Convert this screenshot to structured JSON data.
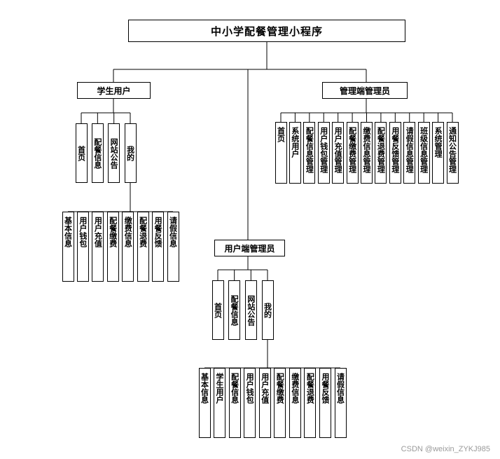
{
  "root": {
    "label": "中小学配餐管理小程序"
  },
  "student": {
    "label": "学生用户",
    "menu": [
      "首页",
      "配餐信息",
      "网站公告",
      "我的"
    ],
    "mine": [
      "基本信息",
      "用户钱包",
      "用户充值",
      "配餐缴费",
      "缴费信息",
      "配餐退费",
      "用餐反馈",
      "请假信息"
    ]
  },
  "admin": {
    "label": "管理端管理员",
    "menu": [
      "首页",
      "系统用户",
      "配餐信息管理",
      "用户钱包管理",
      "用户充值管理",
      "配餐缴费管理",
      "缴费信息管理",
      "配餐退费管理",
      "用餐反馈管理",
      "请假信息管理",
      "班级信息管理",
      "系统管理",
      "通知公告管理"
    ]
  },
  "user_admin": {
    "label": "用户端管理员",
    "menu": [
      "首页",
      "配餐信息",
      "网站公告",
      "我的"
    ],
    "mine": [
      "基本信息",
      "学生用户",
      "配餐信息",
      "用户钱包",
      "用户充值",
      "配餐缴费",
      "缴费信息",
      "配餐退费",
      "用餐反馈",
      "请假信息"
    ]
  },
  "watermark": "CSDN @weixin_ZYKJ985"
}
